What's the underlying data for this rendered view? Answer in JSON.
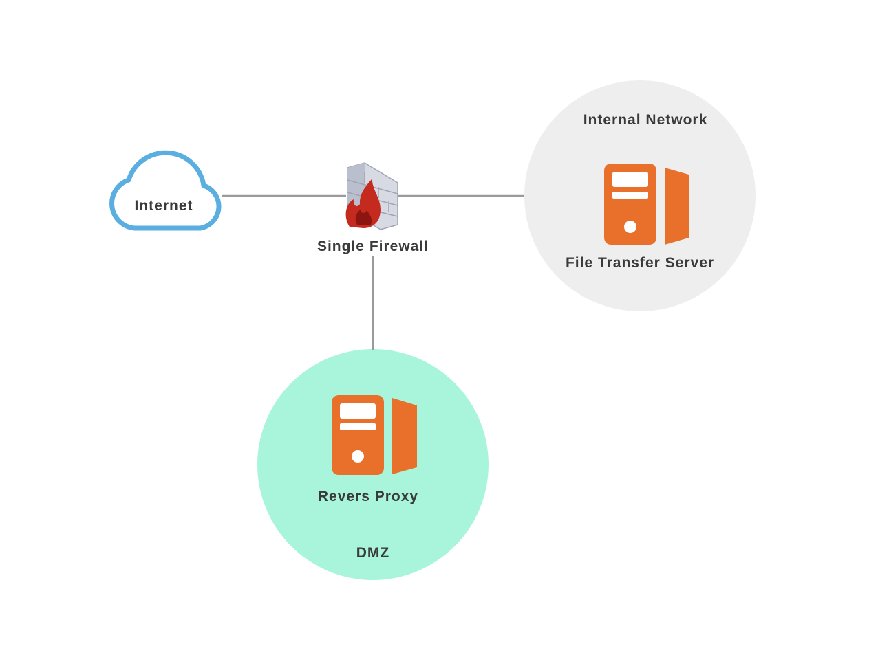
{
  "diagram": {
    "nodes": {
      "internet": {
        "label": "Internet",
        "icon": "cloud-icon"
      },
      "firewall": {
        "label": "Single Firewall",
        "icon": "firewall-icon"
      },
      "internal_network": {
        "zone_label": "Internal Network",
        "server_label": "File Transfer Server",
        "icon": "server-icon"
      },
      "dmz": {
        "zone_label": "DMZ",
        "server_label": "Revers Proxy",
        "icon": "server-icon"
      }
    },
    "edges": [
      {
        "from": "internet",
        "to": "firewall"
      },
      {
        "from": "firewall",
        "to": "internal_network"
      },
      {
        "from": "firewall",
        "to": "dmz"
      }
    ]
  },
  "colors": {
    "background": "#ffffff",
    "cloud_stroke": "#5aaee0",
    "connector": "#9a9a9a",
    "internal_zone": "#eeeeee",
    "dmz_zone": "#a8f5dc",
    "server_orange": "#e8702a",
    "firewall_flame": "#c42a1e",
    "firewall_brick": "#cfd3dc",
    "label_text": "#3a3a3a"
  }
}
